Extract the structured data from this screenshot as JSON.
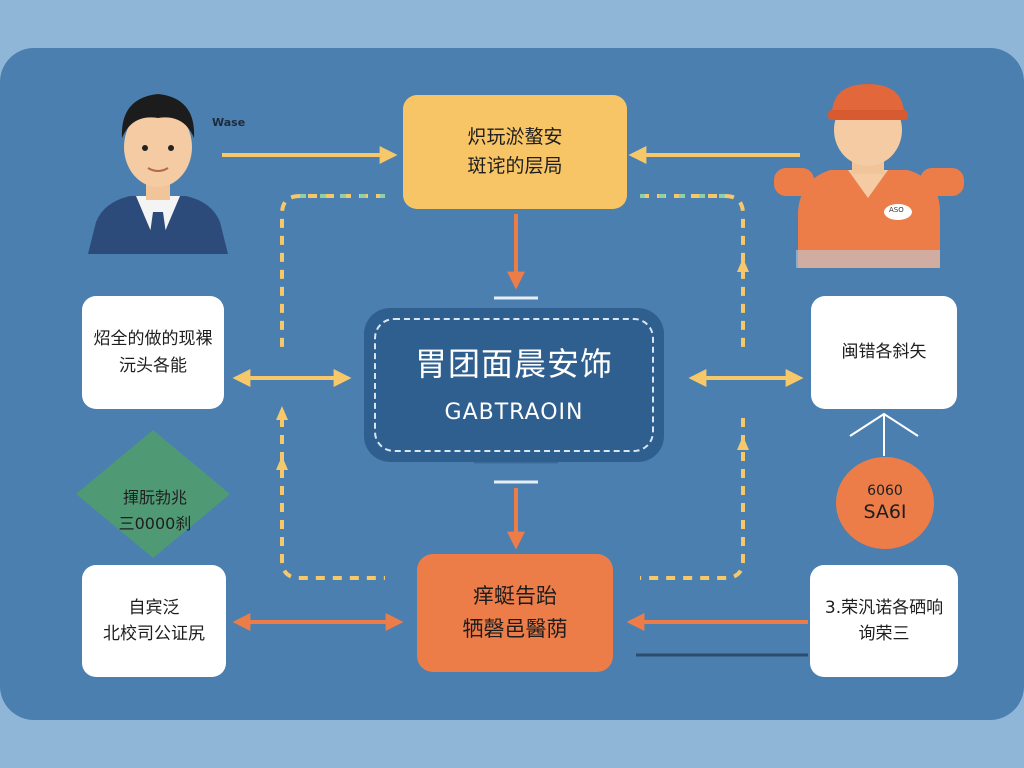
{
  "diagram": {
    "person_label": "Wase",
    "badge_text": "ASO",
    "top_box": {
      "line1": "炽玩淤螯安",
      "line2": "斑诧的层局"
    },
    "central": {
      "title": "胃团面晨安饰",
      "subtitle": "GABTRAOIN"
    },
    "left_box_1": {
      "line1": "炤全的做的现裸",
      "line2": "沅头各能"
    },
    "right_box_1": {
      "line1": "闽错各斜矢"
    },
    "diamond": {
      "line1": "揮朊勃兆",
      "line2": "三0000刹"
    },
    "circle": {
      "line1": "6060",
      "line2": "SA6I"
    },
    "left_box_2": {
      "line1": "自宾泛",
      "line2": "北校司公证尻"
    },
    "bottom_box": {
      "line1": "痒蜓告跆",
      "line2": "牺磬邑醫荫"
    },
    "right_box_2": {
      "line1": "3.荣汎诺各硒响",
      "line2": "询荣三"
    }
  },
  "colors": {
    "background": "#8fb6d6",
    "panel": "#4a7fb0",
    "central_node": "#2f5f8e",
    "arrow": "#f6c86a",
    "accent_orange": "#ec7d49",
    "top_node": "#f7c466",
    "diamond": "#4f9a74"
  },
  "icons": [
    "businessman-icon",
    "worker-icon"
  ]
}
